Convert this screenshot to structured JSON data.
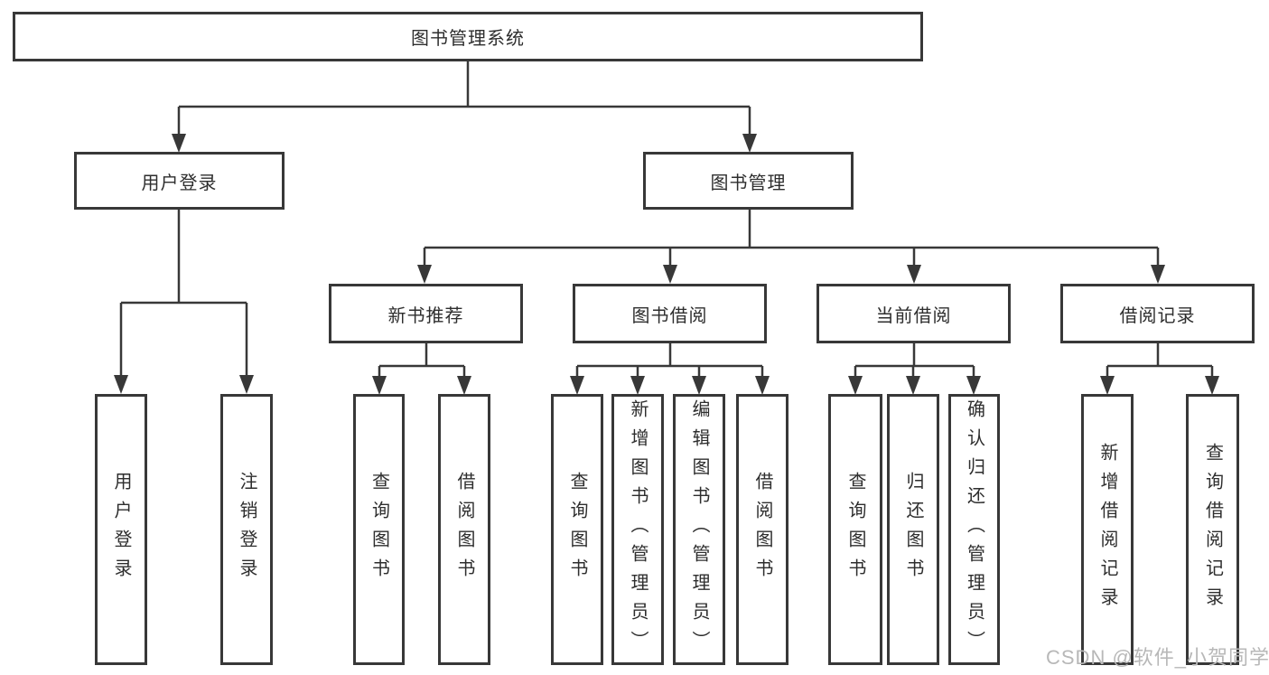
{
  "diagram": {
    "root": "图书管理系统",
    "level2": [
      "用户登录",
      "图书管理"
    ],
    "level3": [
      "新书推荐",
      "图书借阅",
      "当前借阅",
      "借阅记录"
    ],
    "leaves": {
      "user_login": [
        "用户登录",
        "注销登录"
      ],
      "new_book": [
        "查询图书",
        "借阅图书"
      ],
      "book_borrow": [
        "查询图书",
        "新增图书（管理员）",
        "编辑图书（管理员）",
        "借阅图书"
      ],
      "current_borrow": [
        "查询图书",
        "归还图书",
        "确认归还（管理员）"
      ],
      "borrow_record": [
        "新增借阅记录",
        "查询借阅记录"
      ]
    }
  },
  "watermark": "CSDN @软件_小贺同学",
  "colors": {
    "line": "#383838",
    "text": "#2e2e2e",
    "watermark": "#b8b8b8",
    "background": "#ffffff"
  }
}
